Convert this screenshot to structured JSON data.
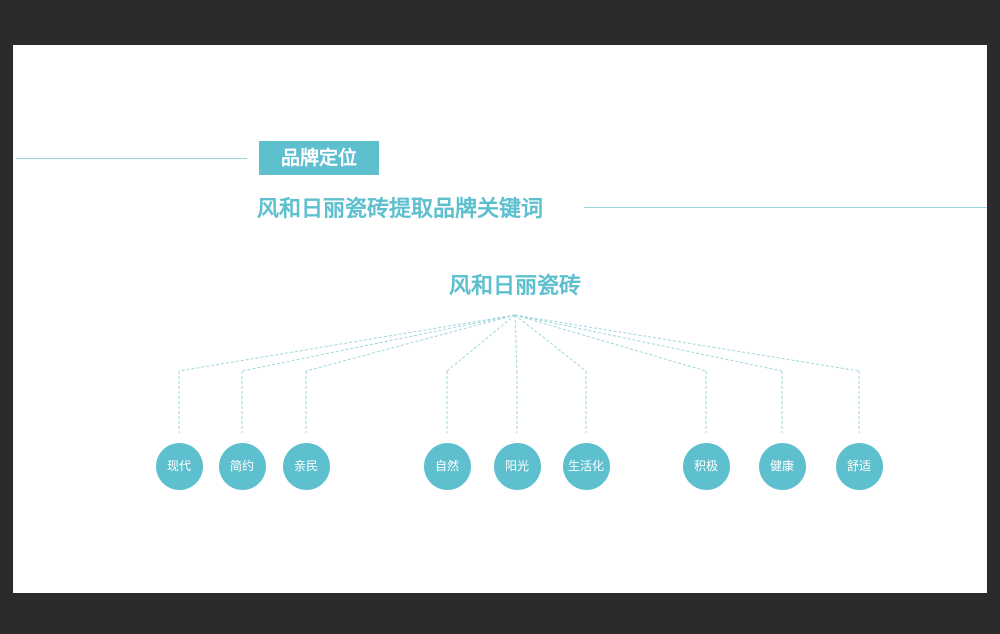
{
  "header": {
    "tag": "品牌定位",
    "subtitle": "风和日丽瓷砖提取品牌关键词"
  },
  "tree": {
    "root": "风和日丽瓷砖",
    "keywords": [
      "现代",
      "简约",
      "亲民",
      "自然",
      "阳光",
      "生活化",
      "积极",
      "健康",
      "舒适"
    ]
  },
  "colors": {
    "accent": "#5ec0cf",
    "rule": "#9fd6de",
    "frame": "#2b2b2b"
  }
}
